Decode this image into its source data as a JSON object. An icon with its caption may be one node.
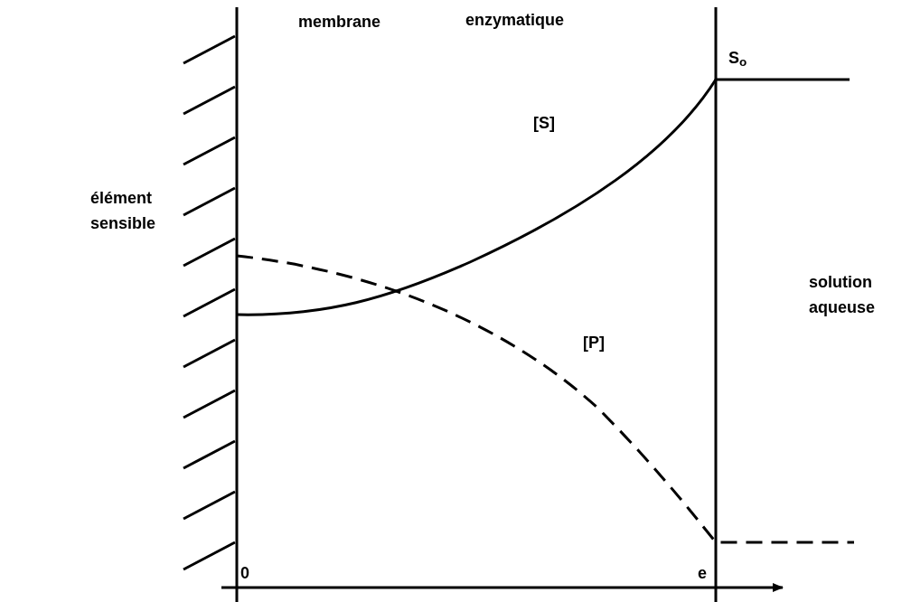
{
  "diagram": {
    "labels": [
      "membrane",
      "enzymatique",
      "S$_{o}$",
      "[S]",
      "élément sensible",
      "solution aqueuse",
      "[P]",
      "0",
      "e"
    ]
  }
}
